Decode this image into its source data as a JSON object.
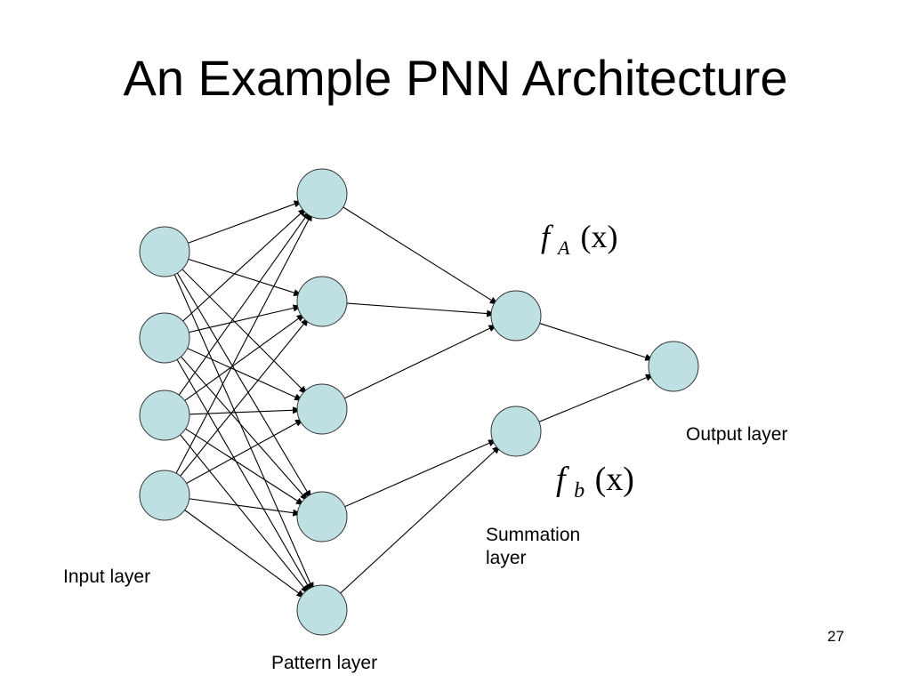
{
  "slide": {
    "title": "An Example PNN Architecture",
    "slide_number": "27"
  },
  "layers": {
    "input": {
      "label": "Input layer",
      "node_count": 4
    },
    "pattern": {
      "label": "Pattern layer",
      "node_count": 5
    },
    "summation": {
      "label_line1": "Summation",
      "label_line2": "layer",
      "node_count": 2
    },
    "output": {
      "label": "Output layer",
      "node_count": 1
    }
  },
  "functions": {
    "fA": {
      "symbol": "f",
      "subscript": "A",
      "argument": "(x)"
    },
    "fb": {
      "symbol": "f",
      "subscript": "b",
      "argument": "(x)"
    }
  },
  "colors": {
    "node_fill": "#bfe0e3",
    "node_stroke": "#333333",
    "edge": "#000000"
  }
}
